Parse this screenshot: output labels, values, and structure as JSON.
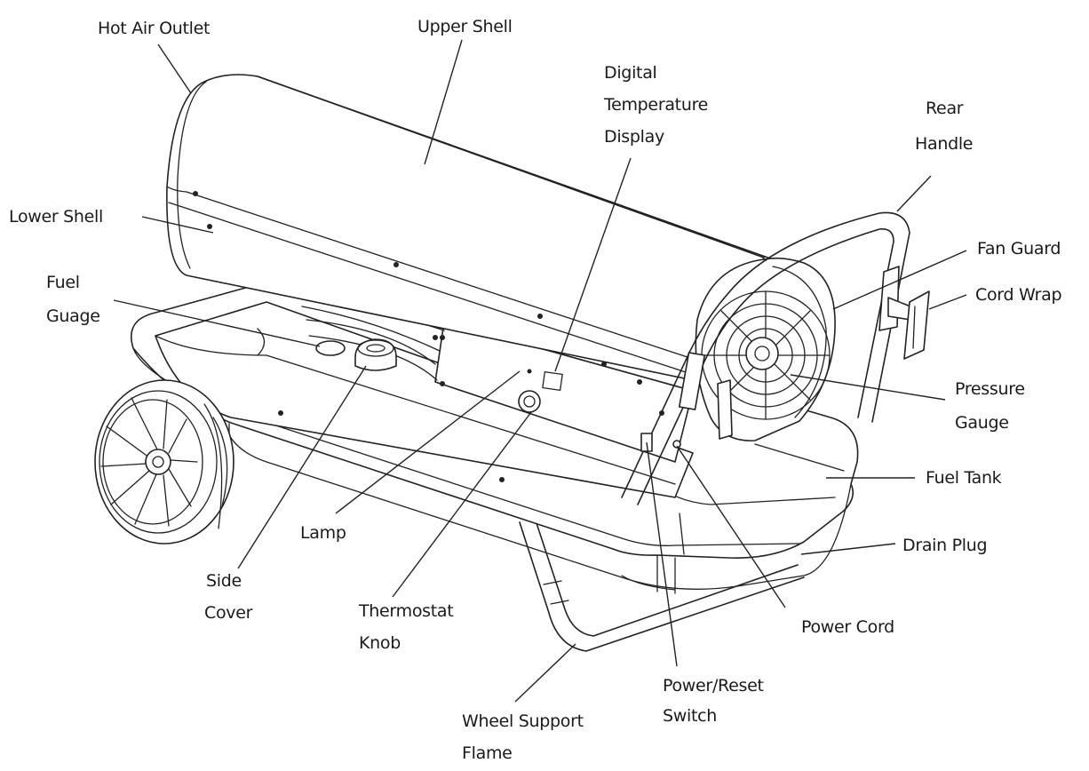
{
  "labels": {
    "hot_air_outlet": [
      "Hot Air Outlet"
    ],
    "upper_shell": [
      "Upper Shell"
    ],
    "digital_temperature_display": [
      "Digital",
      "Temperature",
      "Display"
    ],
    "rear_handle": [
      "Rear",
      "Handle"
    ],
    "lower_shell": [
      "Lower Shell"
    ],
    "fan_guard": [
      "Fan Guard"
    ],
    "fuel_guage": [
      "Fuel",
      "Guage"
    ],
    "cord_wrap": [
      "Cord Wrap"
    ],
    "pressure_gauge": [
      "Pressure",
      "Gauge"
    ],
    "fuel_tank": [
      "Fuel Tank"
    ],
    "drain_plug": [
      "Drain Plug"
    ],
    "lamp": [
      "Lamp"
    ],
    "side_cover": [
      "Side",
      "Cover"
    ],
    "thermostat_knob": [
      "Thermostat",
      "Knob"
    ],
    "power_cord": [
      "Power Cord"
    ],
    "power_reset_switch": [
      "Power/Reset",
      "Switch"
    ],
    "wheel_support_flame": [
      "Wheel Support",
      "Flame"
    ]
  }
}
